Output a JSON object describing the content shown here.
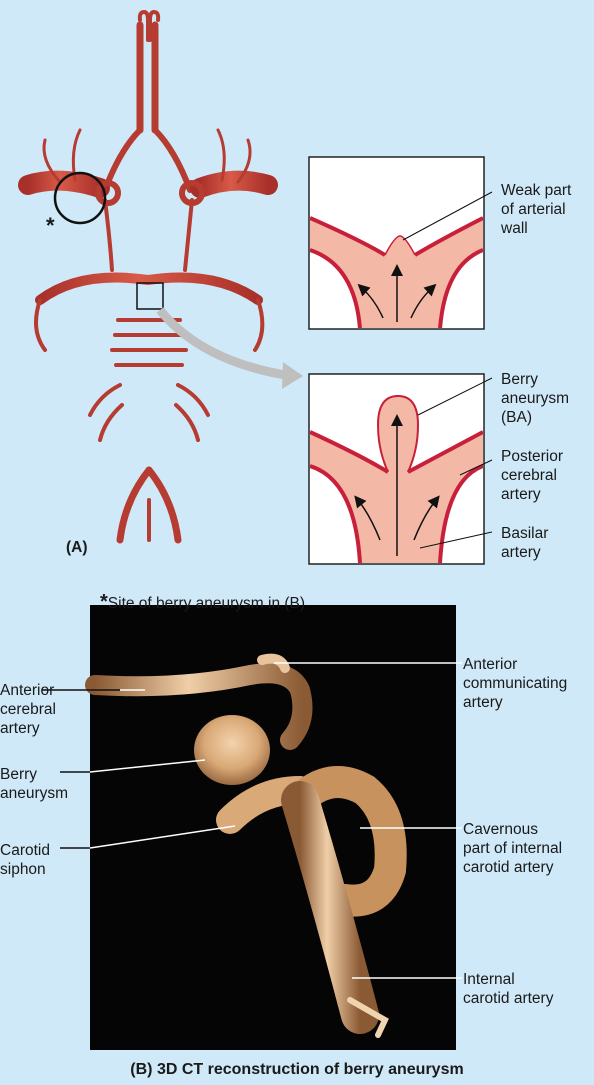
{
  "panel_a": {
    "label": "(A)",
    "asterisk": "*",
    "footnote": "Site of berry aneurysm in (B)",
    "inset_top": {
      "callouts": [
        "Weak part\nof arterial\nwall"
      ]
    },
    "inset_bottom": {
      "callouts": [
        "Berry\naneurysm\n(BA)",
        "Posterior\ncerebral\nartery",
        "Basilar\nartery"
      ]
    }
  },
  "panel_b": {
    "caption": "(B) 3D CT reconstruction of berry aneurysm",
    "left_labels": [
      "Anterior\ncerebral\nartery",
      "Berry\naneurysm",
      "Carotid\nsiphon"
    ],
    "right_labels": [
      "Anterior\ncommunicating\nartery",
      "Cavernous\npart of internal\ncarotid artery",
      "Internal\ncarotid artery"
    ]
  },
  "colors": {
    "background": "#cfe9f8",
    "artery": "#c9463a",
    "artery_dark": "#a8302a",
    "lumen": "#f4b8a7",
    "wall": "#c8203a",
    "ct_vessel": "#e3b88c"
  }
}
